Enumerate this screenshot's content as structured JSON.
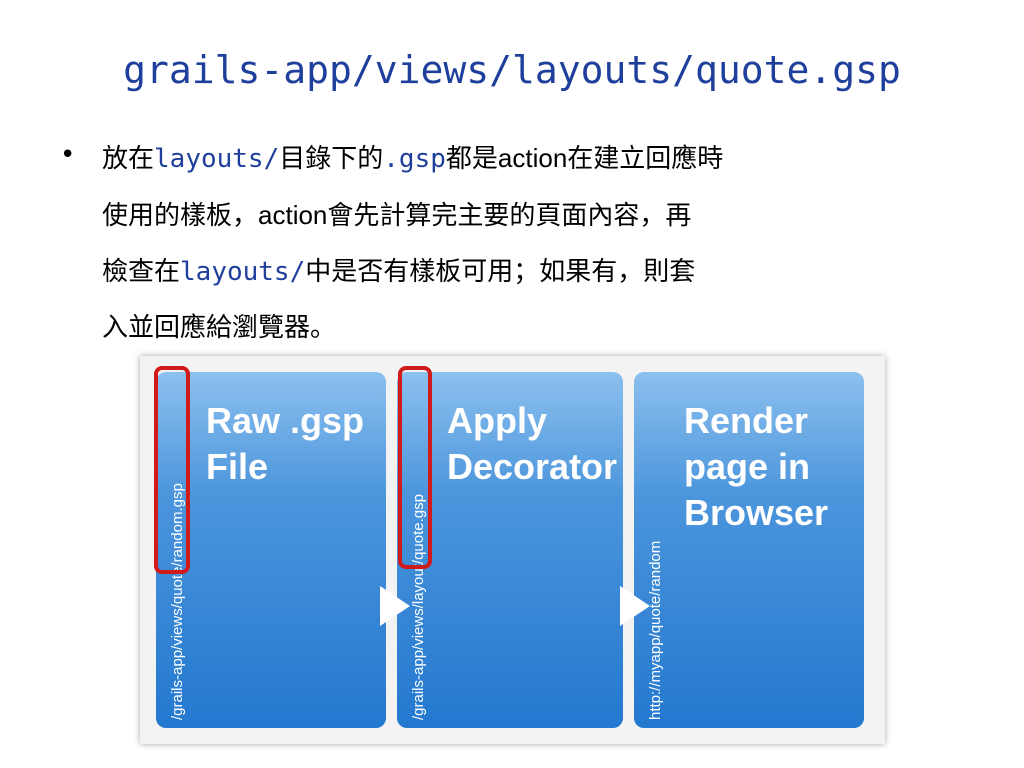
{
  "slide": {
    "title": "grails-app/views/layouts/quote.gsp",
    "bullet_symbol": "•",
    "lines": [
      [
        {
          "t": "放在",
          "c": "cjk"
        },
        {
          "t": "layouts/",
          "c": "code"
        },
        {
          "t": "目錄下的",
          "c": "cjk"
        },
        {
          "t": ".gsp",
          "c": "code"
        },
        {
          "t": "都是",
          "c": "cjk"
        },
        {
          "t": "action",
          "c": "latin"
        },
        {
          "t": "在建立回應時",
          "c": "cjk"
        }
      ],
      [
        {
          "t": "使用的樣板，",
          "c": "cjk"
        },
        {
          "t": "action",
          "c": "latin"
        },
        {
          "t": "會先計算完主要的頁面內容，再",
          "c": "cjk"
        }
      ],
      [
        {
          "t": "檢查在",
          "c": "cjk"
        },
        {
          "t": "layouts/",
          "c": "code"
        },
        {
          "t": "中是否有樣板可用；如果有，則套",
          "c": "cjk"
        }
      ],
      [
        {
          "t": "入並回應給瀏覽器。",
          "c": "cjk"
        }
      ]
    ]
  },
  "figure": {
    "panels": [
      {
        "title": "Raw .gsp\nFile",
        "path": "/grails-app/views/quote/random.gsp"
      },
      {
        "title": "Apply\nDecorator",
        "path": "/grails-app/views/layout/quote.gsp"
      },
      {
        "title": "Render\npage in\nBrowser",
        "path": "http://myapp/quote/random"
      }
    ],
    "colors": {
      "panel_top": "#8cc0ee",
      "panel_bottom": "#2378cf",
      "highlight": "#d11a1a",
      "title_color": "#1f3f9c"
    }
  }
}
